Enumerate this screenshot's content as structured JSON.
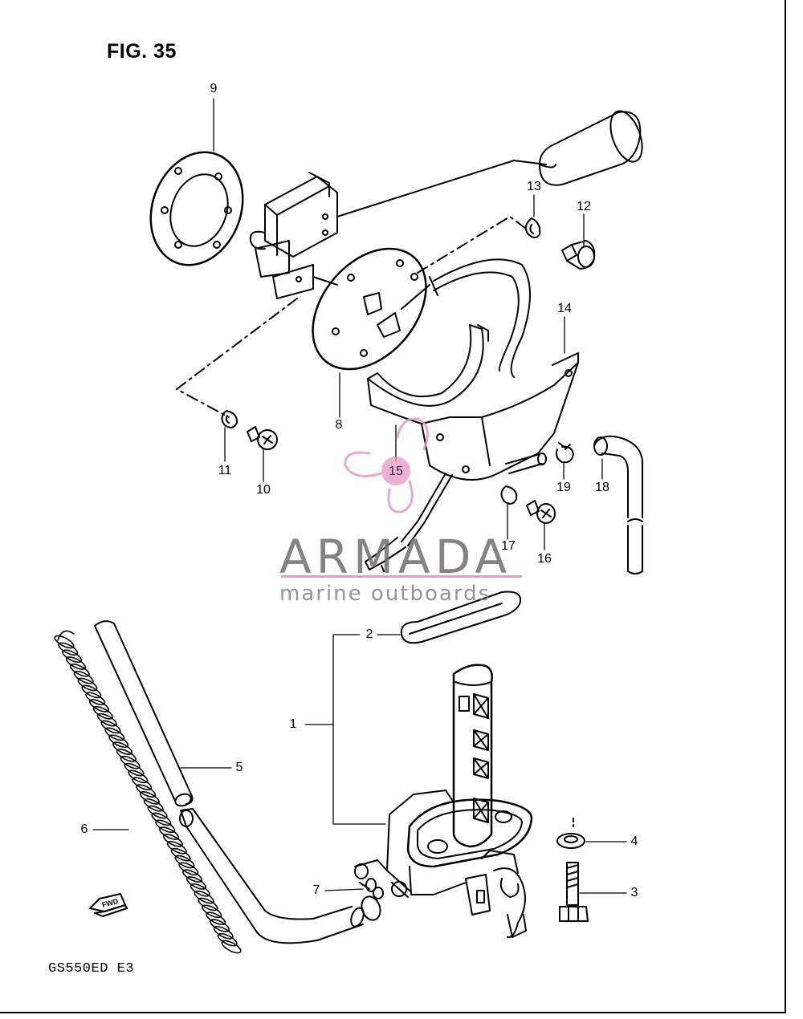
{
  "figure": {
    "title": "FIG. 35",
    "model_code": "GS550ED  E3",
    "fwd_marker": "FWD"
  },
  "callouts": [
    {
      "id": "1",
      "label": "1"
    },
    {
      "id": "2",
      "label": "2"
    },
    {
      "id": "3",
      "label": "3"
    },
    {
      "id": "4",
      "label": "4"
    },
    {
      "id": "5",
      "label": "5"
    },
    {
      "id": "6",
      "label": "6"
    },
    {
      "id": "7",
      "label": "7"
    },
    {
      "id": "8",
      "label": "8"
    },
    {
      "id": "9",
      "label": "9"
    },
    {
      "id": "10",
      "label": "10"
    },
    {
      "id": "11",
      "label": "11"
    },
    {
      "id": "12",
      "label": "12"
    },
    {
      "id": "13",
      "label": "13"
    },
    {
      "id": "14",
      "label": "14"
    },
    {
      "id": "15",
      "label": "15"
    },
    {
      "id": "16",
      "label": "16"
    },
    {
      "id": "17",
      "label": "17"
    },
    {
      "id": "18",
      "label": "18"
    },
    {
      "id": "19",
      "label": "19"
    }
  ],
  "watermark": {
    "name": "ARMADA",
    "tagline": "marine outboards",
    "accent_color": "#e79ac8",
    "text_color": "#6e6e6e"
  },
  "colors": {
    "line": "#000000",
    "background": "#ffffff"
  }
}
